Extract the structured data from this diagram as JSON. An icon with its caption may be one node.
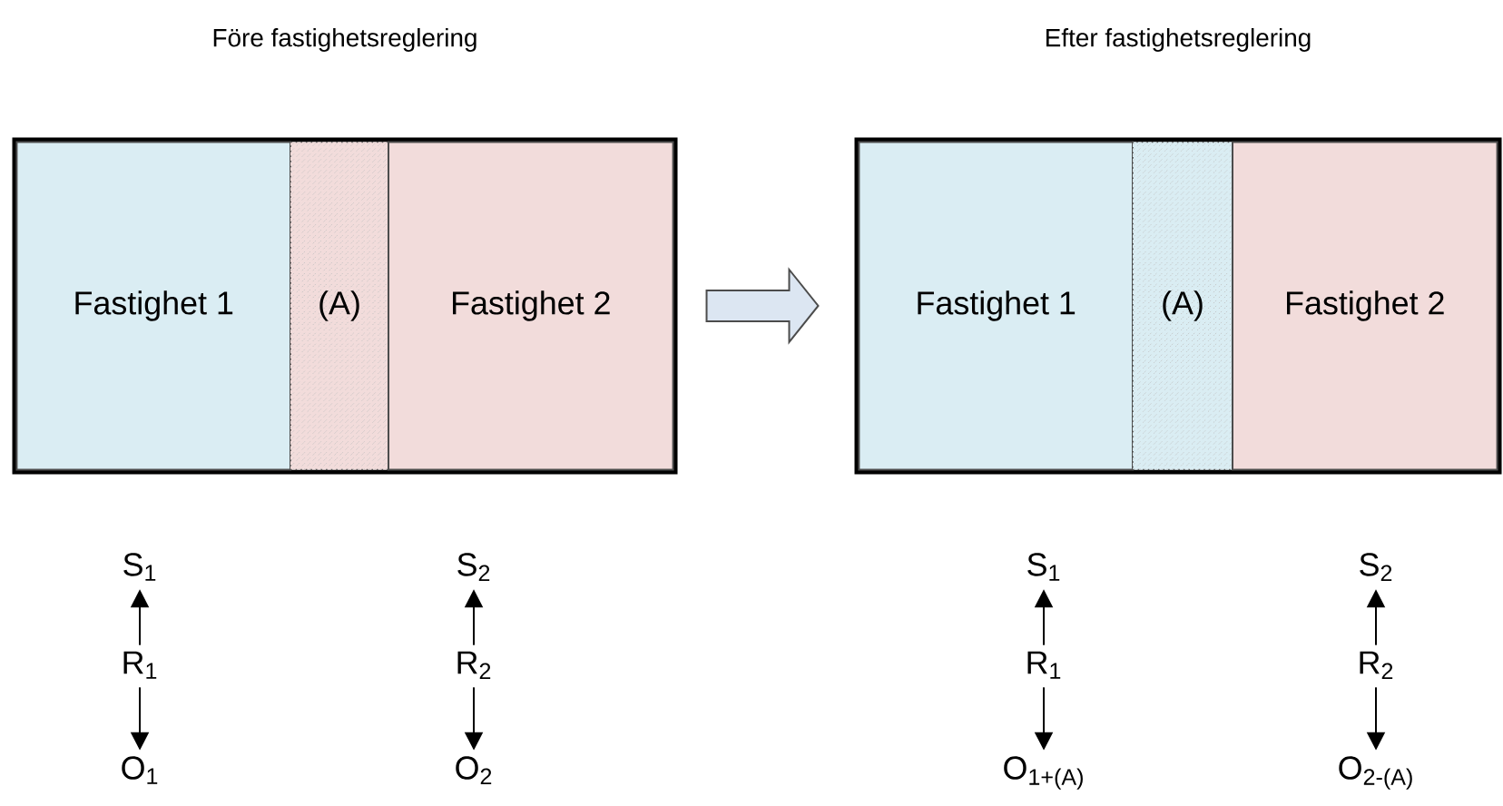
{
  "diagram": {
    "nodes": [
      {
        "text": [
          "Före fastighetsreglering"
        ]
      },
      {
        "text": [
          "Fastighet 1"
        ],
        "in": 0
      },
      {
        "text": [
          "(A)"
        ],
        "in": 0
      },
      {
        "text": [
          "Fastighet 2"
        ],
        "in": 0
      },
      {
        "text": [
          "Efter fastighetsreglering"
        ]
      },
      {
        "text": [
          "Fastighet 1"
        ],
        "in": 4
      },
      {
        "text": [
          "(A)"
        ],
        "in": 4
      },
      {
        "text": [
          "Fastighet 2"
        ],
        "in": 4
      },
      {
        "text": [
          "S$_{1}$"
        ]
      },
      {
        "text": [
          "R$_{1}$"
        ]
      },
      {
        "text": [
          "O$_{1}$"
        ]
      },
      {
        "text": [
          "S$_{2}$"
        ]
      },
      {
        "text": [
          "R$_{2}$"
        ]
      },
      {
        "text": [
          "O$_{2}$"
        ]
      },
      {
        "text": [
          "S$_{1}$"
        ]
      },
      {
        "text": [
          "R$_{1}$"
        ]
      },
      {
        "text": [
          "O$_{1+(A)}$"
        ]
      },
      {
        "text": [
          "S$_{2}$"
        ]
      },
      {
        "text": [
          "R$_{2}$"
        ]
      },
      {
        "text": [
          "O$_{2-(A)}$"
        ]
      }
    ],
    "edges": [
      {
        "from": 0,
        "to": 4,
        "arrow": "to"
      },
      {
        "from": 9,
        "to": 8,
        "arrow": "to"
      },
      {
        "from": 9,
        "to": 10,
        "arrow": "to"
      },
      {
        "from": 12,
        "to": 11,
        "arrow": "to"
      },
      {
        "from": 12,
        "to": 13,
        "arrow": "to"
      },
      {
        "from": 15,
        "to": 14,
        "arrow": "to"
      },
      {
        "from": 15,
        "to": 16,
        "arrow": "to"
      },
      {
        "from": 18,
        "to": 17,
        "arrow": "to"
      },
      {
        "from": 18,
        "to": 19,
        "arrow": "to"
      }
    ]
  }
}
